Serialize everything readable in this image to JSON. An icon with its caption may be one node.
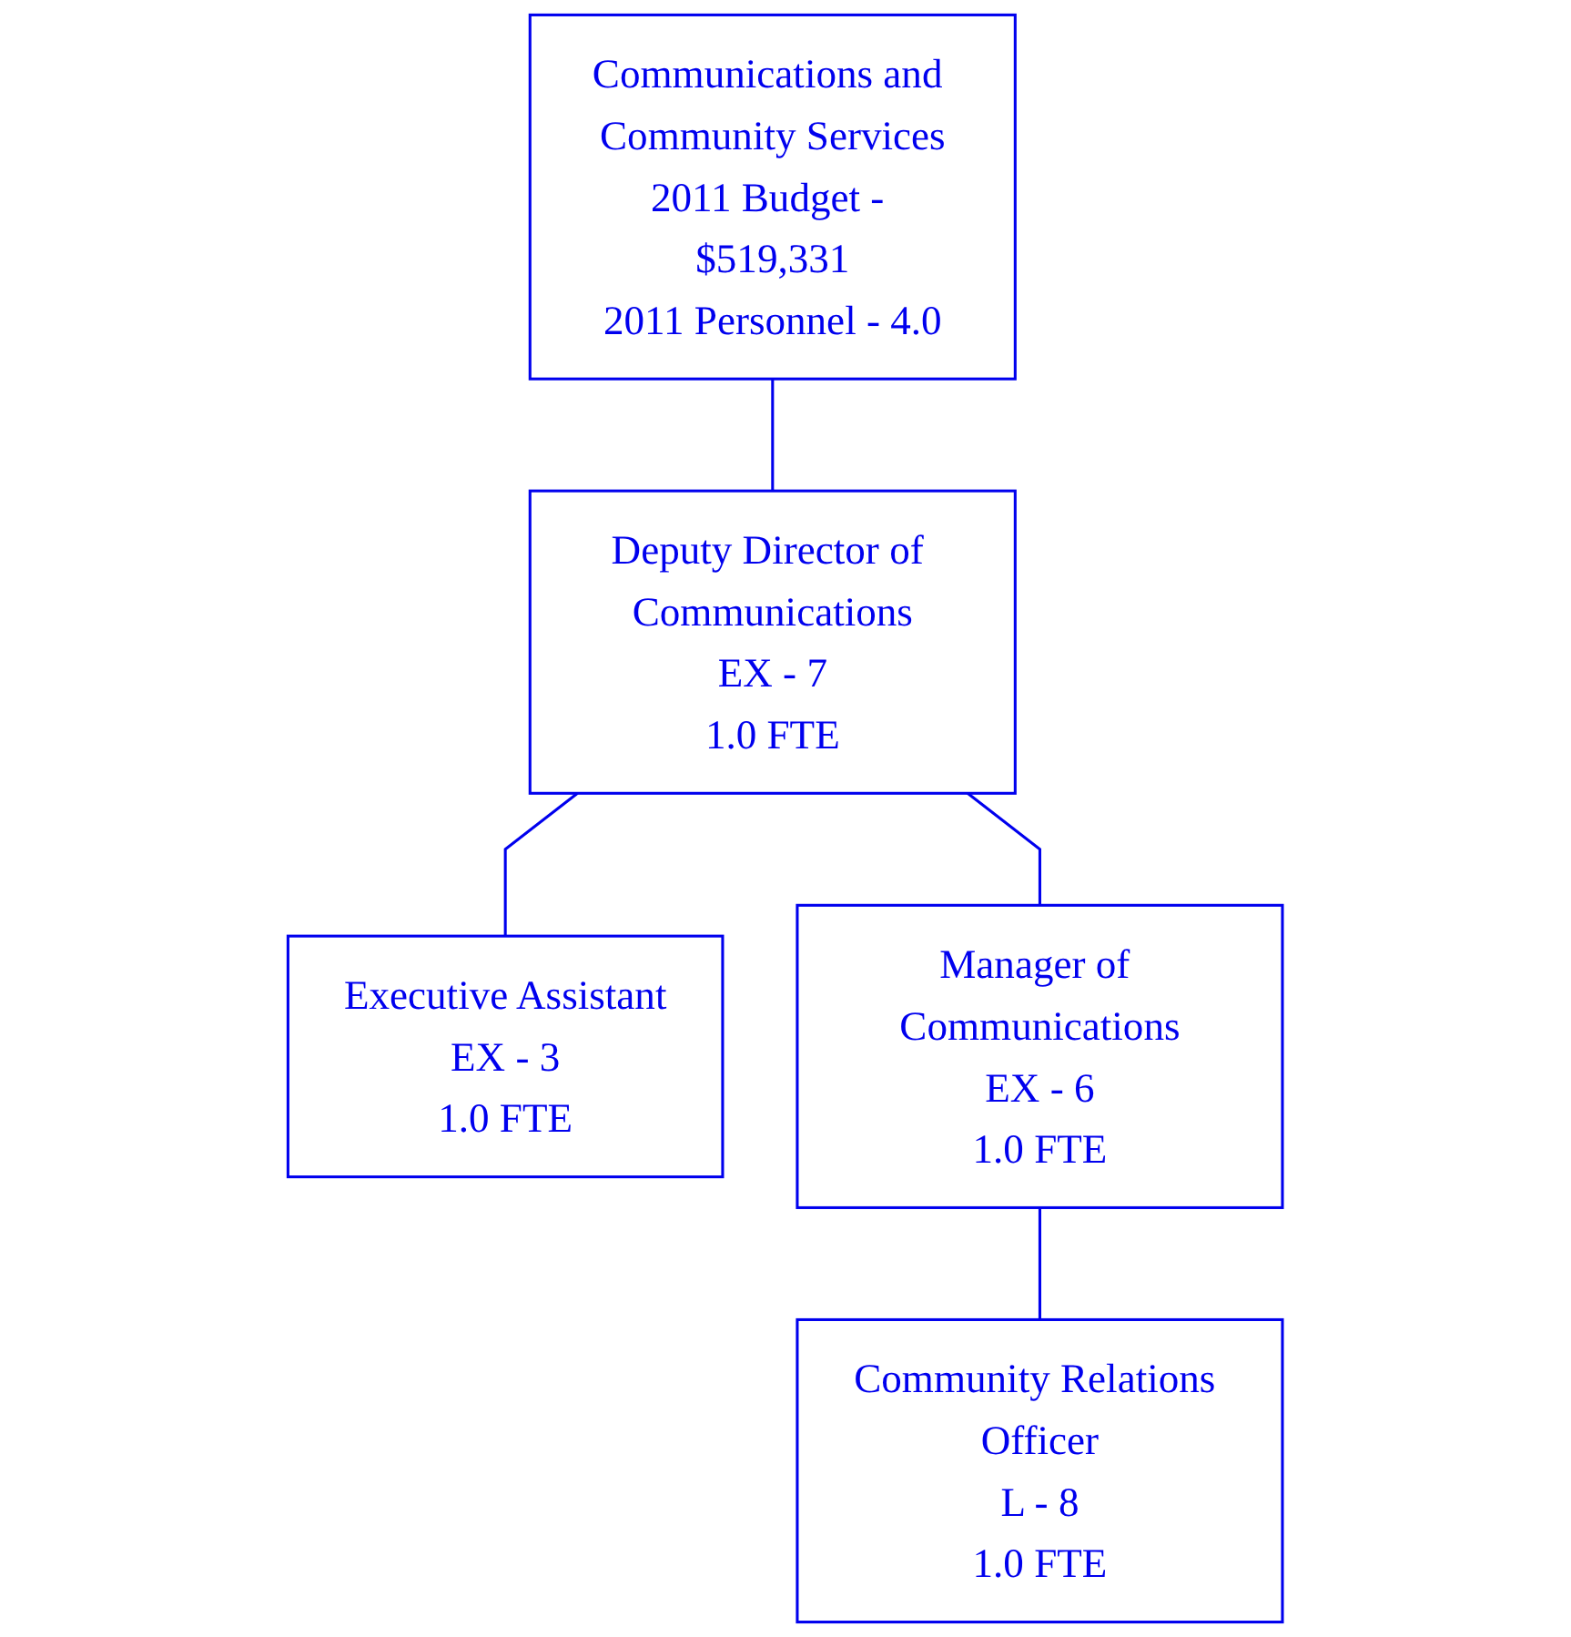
{
  "diagram": {
    "nodes": [
      {
        "text": [
          "Communications and Community Services",
          "2011 Budget - $519,331",
          "2011 Personnel - 4.0"
        ]
      },
      {
        "text": [
          "Deputy Director of Communications",
          "EX - 7",
          "1.0 FTE"
        ]
      },
      {
        "text": [
          "Executive Assistant",
          "EX - 3",
          "1.0 FTE"
        ]
      },
      {
        "text": [
          "Manager of Communications",
          "EX - 6",
          "1.0 FTE"
        ]
      },
      {
        "text": [
          "Community Relations Officer",
          "L - 8",
          "1.0 FTE"
        ]
      }
    ],
    "edges": [
      {
        "from": 0,
        "to": 1,
        "arrow": "none"
      },
      {
        "from": 1,
        "to": 2,
        "arrow": "none"
      },
      {
        "from": 1,
        "to": 3,
        "arrow": "none"
      },
      {
        "from": 3,
        "to": 4,
        "arrow": "none"
      }
    ]
  }
}
